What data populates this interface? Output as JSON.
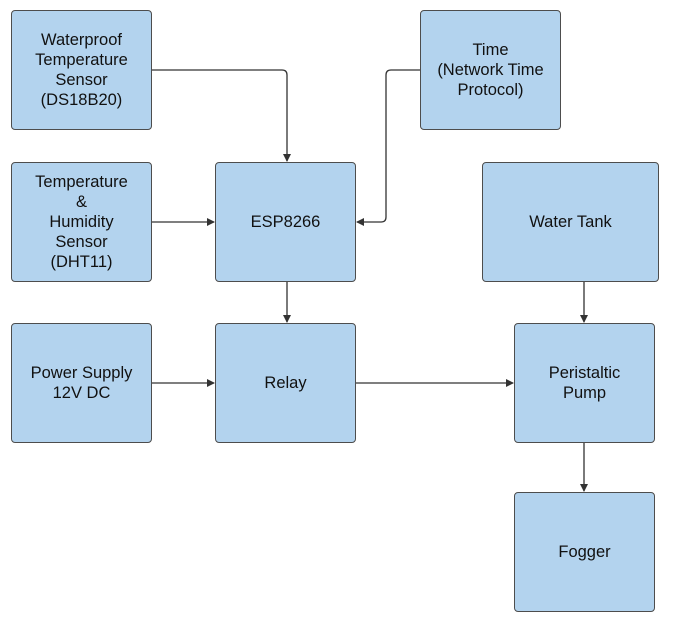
{
  "nodes": {
    "ds18b20": "Waterproof\nTemperature\nSensor\n(DS18B20)",
    "dht11": "Temperature\n&\nHumidity\nSensor\n(DHT11)",
    "power_supply": "Power Supply\n12V DC",
    "esp8266": "ESP8266",
    "relay": "Relay",
    "time": "Time\n(Network Time\nProtocol)",
    "water_tank": "Water Tank",
    "peristaltic_pump": "Peristaltic\nPump",
    "fogger": "Fogger"
  },
  "edges": [
    {
      "from": "ds18b20",
      "to": "esp8266"
    },
    {
      "from": "dht11",
      "to": "esp8266"
    },
    {
      "from": "time",
      "to": "esp8266"
    },
    {
      "from": "esp8266",
      "to": "relay"
    },
    {
      "from": "power_supply",
      "to": "relay"
    },
    {
      "from": "relay",
      "to": "peristaltic_pump"
    },
    {
      "from": "water_tank",
      "to": "peristaltic_pump"
    },
    {
      "from": "peristaltic_pump",
      "to": "fogger"
    }
  ],
  "colors": {
    "box_fill": "#b3d3ee",
    "box_border": "#4d4d4d",
    "connector": "#333333"
  }
}
